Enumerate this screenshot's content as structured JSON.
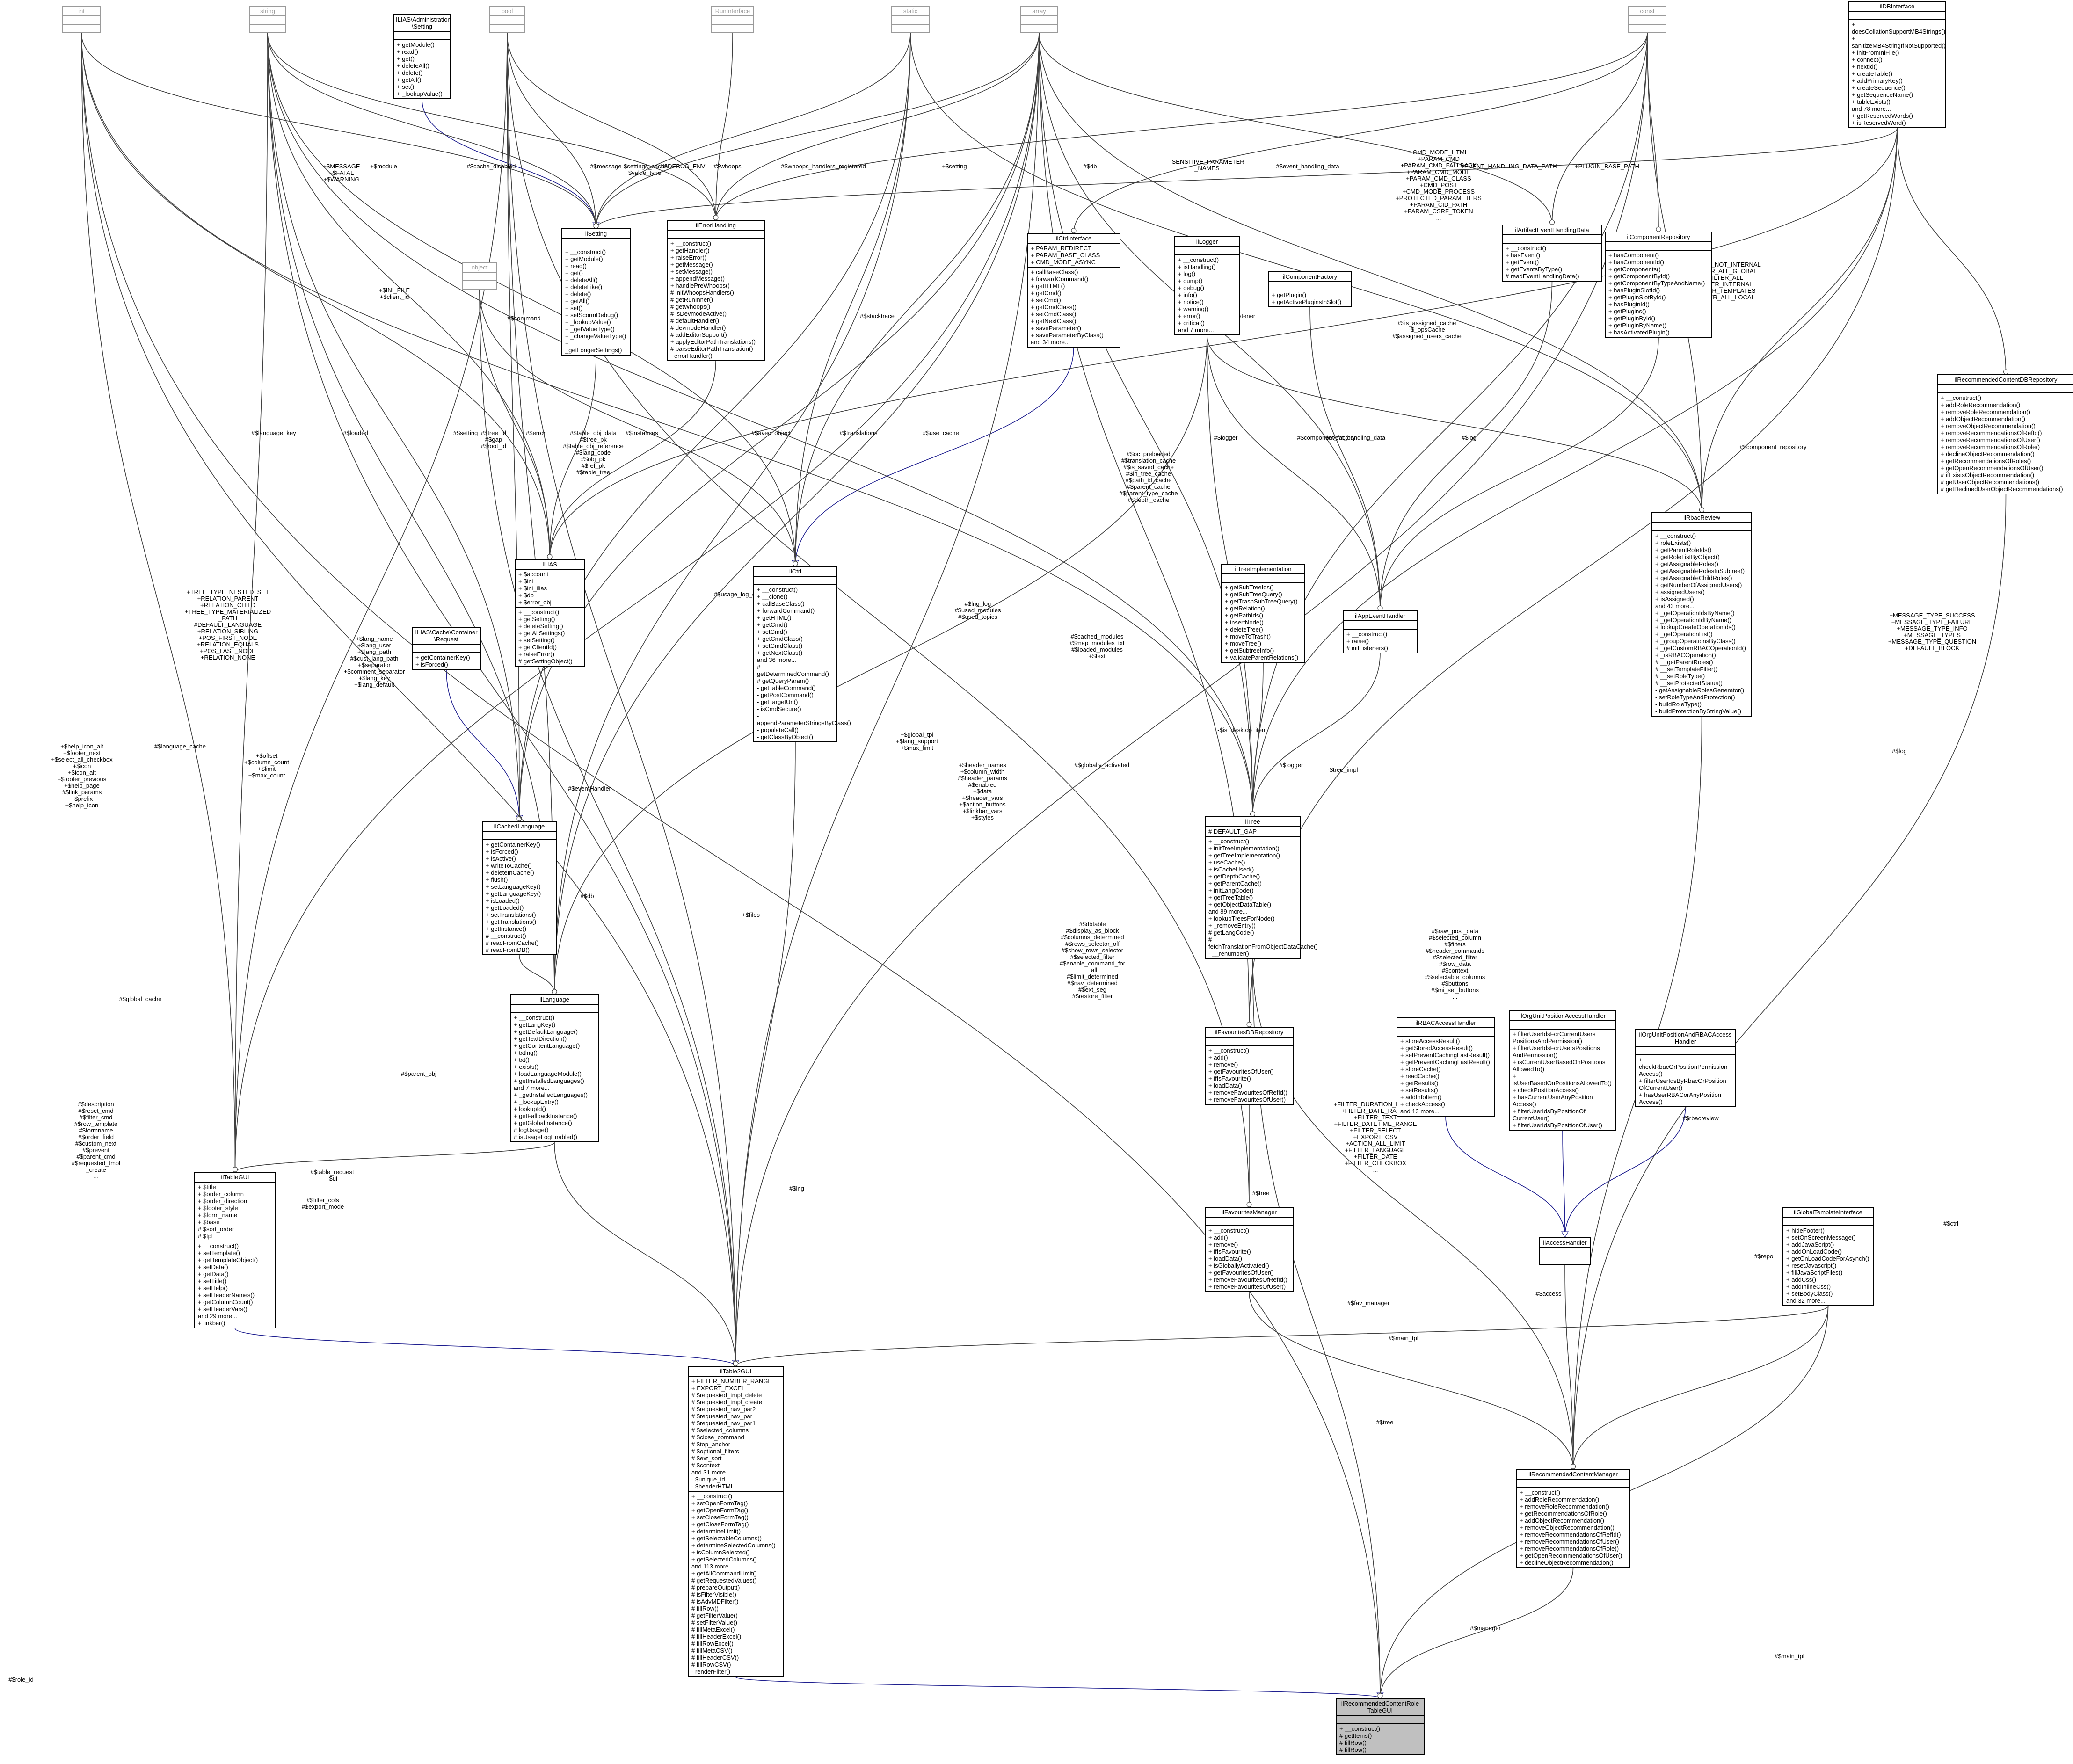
{
  "title": "ilRecommendedContentRoleTableGUI collaboration diagram",
  "nodes": [
    {
      "id": "int",
      "title": "int",
      "attrs": "",
      "ops": "",
      "gray": true
    },
    {
      "id": "string",
      "title": "string",
      "attrs": "",
      "ops": "",
      "gray": true
    },
    {
      "id": "ilIASSetting",
      "title": "ILIAS\\Administration\n\\Setting",
      "attrs": "",
      "ops": "+ getModule()\n+ read()\n+ get()\n+ deleteAll()\n+ delete()\n+ getAll()\n+ set()\n+ _lookupValue()"
    },
    {
      "id": "bool",
      "title": "bool",
      "attrs": "",
      "ops": "",
      "gray": true
    },
    {
      "id": "RunInterface",
      "title": "RunInterface",
      "attrs": "",
      "ops": "",
      "gray": true
    },
    {
      "id": "static",
      "title": "static",
      "attrs": "",
      "ops": "",
      "gray": true
    },
    {
      "id": "array",
      "title": "array",
      "attrs": "",
      "ops": "",
      "gray": true
    },
    {
      "id": "const",
      "title": "const",
      "attrs": "",
      "ops": "",
      "gray": true
    },
    {
      "id": "ilDBInterface",
      "title": "ilDBInterface",
      "attrs": "",
      "ops": "+ doesCollationSupportMB4Strings()\n+ sanitizeMB4StringIfNotSupported()\n+ initFromIniFile()\n+ connect()\n+ nextId()\n+ createTable()\n+ addPrimaryKey()\n+ createSequence()\n+ getSequenceName()\n+ tableExists()\nand 78 more...\n+ getReservedWords()\n+ isReservedWord()"
    },
    {
      "id": "object",
      "title": "object",
      "attrs": "",
      "ops": "",
      "gray": true
    },
    {
      "id": "ilSetting",
      "title": "ilSetting",
      "attrs": "",
      "ops": "+ __construct()\n+ getModule()\n+ read()\n+ get()\n+ deleteAll()\n+ deleteLike()\n+ delete()\n+ getAll()\n+ set()\n+ setScormDebug()\n+ _lookupValue()\n+ _getValueType()\n+ _changeValueType()\n+ _getLongerSettings()"
    },
    {
      "id": "ilErrorHandling",
      "title": "ilErrorHandling",
      "attrs": "",
      "ops": "+ __construct()\n+ getHandler()\n+ raiseError()\n+ getMessage()\n+ setMessage()\n+ appendMessage()\n+ handlePreWhoops()\n# initWhoopsHandlers()\n# getRunInner()\n# getWhoops()\n# isDevmodeActive()\n# defaultHandler()\n# devmodeHandler()\n# addEditorSupport()\n+ applyEditorPathTranslations()\n# parseEditorPathTranslation()\n- errorHandler()"
    },
    {
      "id": "ilCtrlInterface",
      "title": "ilCtrlInterface",
      "attrs": "+ PARAM_REDIRECT\n+ PARAM_BASE_CLASS\n+ CMD_MODE_ASYNC",
      "ops": "+ callBaseClass()\n+ forwardCommand()\n+ getHTML()\n+ getCmd()\n+ setCmd()\n+ getCmdClass()\n+ setCmdClass()\n+ getNextClass()\n+ saveParameter()\n+ saveParameterByClass()\nand 34 more..."
    },
    {
      "id": "ilLogger",
      "title": "ilLogger",
      "attrs": "",
      "ops": "+ __construct()\n+ isHandling()\n+ log()\n+ dump()\n+ debug()\n+ info()\n+ notice()\n+ warning()\n+ error()\n+ critical()\nand 7 more..."
    },
    {
      "id": "ilComponentFactory",
      "title": "ilComponentFactory",
      "attrs": "",
      "ops": "+ getPlugin()\n+ getActivePluginsInSlot()"
    },
    {
      "id": "ilArtifactEventHandlingData",
      "title": "ilArtifactEventHandlingData",
      "attrs": "",
      "ops": "+ __construct()\n+ hasEvent()\n+ getEvent()\n+ getEventsByType()\n# readEventHandlingData()"
    },
    {
      "id": "ilComponentRepository",
      "title": "ilComponentRepository",
      "attrs": "",
      "ops": "+ hasComponent()\n+ hasComponentId()\n+ getComponents()\n+ getComponentById()\n+ getComponentByTypeAndName()\n+ hasPluginSlotId()\n+ getPluginSlotById()\n+ hasPluginId()\n+ getPlugins()\n+ getPluginById()\n+ getPluginByName()\n+ hasActivatedPlugin()"
    },
    {
      "id": "ilRecommendedContentDBRepository",
      "title": "ilRecommendedContentDBRepository",
      "attrs": "",
      "ops": "+ __construct()\n+ addRoleRecommendation()\n+ removeRoleRecommendation()\n+ addObjectRecommendation()\n+ removeObjectRecommendation()\n+ removeRecommendationsOfRefId()\n+ removeRecommendationsOfUser()\n+ removeRecommendationsOfRole()\n+ declineObjectRecommendation()\n+ getRecommendationsOfRoles()\n+ getOpenRecommendationsOfUser()\n# ifExistsObjectRecommendation()\n# getUserObjectRecommendations()\n# getDeclinedUserObjectRecommendations()"
    },
    {
      "id": "ILIAS",
      "title": "ILIAS",
      "attrs": "+ $account\n+ $ini\n+ $ini_ilias\n+ $db\n+ $error_obj",
      "ops": "+ __construct()\n+ getSetting()\n+ deleteSetting()\n+ getAllSettings()\n+ setSetting()\n+ getClientId()\n+ raiseError()\n# getSettingObject()"
    },
    {
      "id": "ilCtrl",
      "title": "ilCtrl",
      "attrs": "",
      "ops": "+ __construct()\n+ __clone()\n+ callBaseClass()\n+ forwardCommand()\n+ getHTML()\n+ getCmd()\n+ setCmd()\n+ getCmdClass()\n+ setCmdClass()\n+ getNextClass()\nand 36 more...\n# getDeterminedCommand()\n# getQueryParam()\n- getTableCommand()\n- getPostCommand()\n- getTargetUrl()\n- isCmdSecure()\n- appendParameterStringsByClass()\n- populateCall()\n- getClassByObject()"
    },
    {
      "id": "ilTreeImplementation",
      "title": "ilTreeImplementation",
      "attrs": "",
      "ops": "+ getSubTreeIds()\n+ getSubTreeQuery()\n+ getTrashSubTreeQuery()\n+ getRelation()\n+ getPathIds()\n+ insertNode()\n+ deleteTree()\n+ moveToTrash()\n+ moveTree()\n+ getSubtreeInfo()\n+ validateParentRelations()"
    },
    {
      "id": "ilAppEventHandler",
      "title": "ilAppEventHandler",
      "attrs": "",
      "ops": "+ __construct()\n+ raise()\n# initListeners()"
    },
    {
      "id": "ilRbacReview",
      "title": "ilRbacReview",
      "attrs": "",
      "ops": "+ __construct()\n+ roleExists()\n+ getParentRoleIds()\n+ getRoleListByObject()\n+ getAssignableRoles()\n+ getAssignableRolesInSubtree()\n+ getAssignableChildRoles()\n+ getNumberOfAssignedUsers()\n+ assignedUsers()\n+ isAssigned()\nand 43 more...\n+ _getOperationIdsByName()\n+ _getOperationIdByName()\n+ lookupCreateOperationIds()\n+ _getOperationList()\n+ _groupOperationsByClass()\n+ _getCustomRBACOperationId()\n+ _isRBACOperation()\n# __getParentRoles()\n# __setTemplateFilter()\n# __setRoleType()\n# __setProtectedStatus()\n- getAssignableRolesGenerator()\n- setRoleTypeAndProtection()\n- buildRoleType()\n- buildProtectionByStringValue()"
    },
    {
      "id": "ilIASCacheContainerRequest",
      "title": "ILIAS\\Cache\\Container\n\\Request",
      "attrs": "",
      "ops": "+ getContainerKey()\n+ isForced()"
    },
    {
      "id": "ilCachedLanguage",
      "title": "ilCachedLanguage",
      "attrs": "",
      "ops": "+ getContainerKey()\n+ isForced()\n+ isActive()\n+ writeToCache()\n+ deleteInCache()\n+ flush()\n+ setLanguageKey()\n+ getLanguageKey()\n+ isLoaded()\n+ getLoaded()\n+ setTranslations()\n+ getTranslations()\n+ getInstance()\n# __construct()\n# readFromCache()\n# readFromDB()"
    },
    {
      "id": "ilTree",
      "title": "ilTree",
      "attrs": "# DEFAULT_GAP",
      "ops": "+ __construct()\n+ initTreeImplementation()\n+ getTreeImplementation()\n+ useCache()\n+ isCacheUsed()\n+ getDepthCache()\n+ getParentCache()\n+ initLangCode()\n+ getTreeTable()\n+ getObjectDataTable()\nand 89 more...\n+ lookupTreesForNode()\n+ _removeEntry()\n# getLangCode()\n# fetchTranslationFromObjectDataCache()\n- __renumber()"
    },
    {
      "id": "ilLanguage",
      "title": "ilLanguage",
      "attrs": "",
      "ops": "+ __construct()\n+ getLangKey()\n+ getDefaultLanguage()\n+ getTextDirection()\n+ getContentLanguage()\n+ txtlng()\n+ txt()\n+ exists()\n+ loadLanguageModule()\n+ getInstalledLanguages()\nand 7 more...\n+ _getInstalledLanguages()\n+ _lookupEntry()\n+ lookupId()\n+ getFallbackInstance()\n+ getGlobalInstance()\n# logUsage()\n# isUsageLogEnabled()"
    },
    {
      "id": "ilFavouritesDBRepository",
      "title": "ilFavouritesDBRepository",
      "attrs": "",
      "ops": "+ __construct()\n+ add()\n+ remove()\n+ getFavouritesOfUser()\n+ ifIsFavourite()\n+ loadData()\n+ removeFavouritesOfRefId()\n+ removeFavouritesOfUser()"
    },
    {
      "id": "ilRBACAccessHandler",
      "title": "ilRBACAccessHandler",
      "attrs": "",
      "ops": "+ storeAccessResult()\n+ getStoredAccessResult()\n+ setPreventCachingLastResult()\n+ getPreventCachingLastResult()\n+ storeCache()\n+ readCache()\n+ getResults()\n+ setResults()\n+ addInfoItem()\n+ checkAccess()\nand 13 more..."
    },
    {
      "id": "ilOrgUnitPositionAccessHandler",
      "title": "ilOrgUnitPositionAccessHandler",
      "attrs": "",
      "ops": "+ filterUserIdsForCurrentUsers\nPositionsAndPermission()\n+ filterUserIdsForUsersPositions\nAndPermission()\n+ isCurrentUserBasedOnPositions\nAllowedTo()\n+ isUserBasedOnPositionsAllowedTo()\n+ checkPositionAccess()\n+ hasCurrentUserAnyPosition\nAccess()\n+ filterUserIdsByPositionOf\nCurrentUser()\n+ filterUserIdsByPositionOfUser()"
    },
    {
      "id": "ilOrgUnitPositionAndRBACAccessHandler",
      "title": "ilOrgUnitPositionAndRBACAccess\nHandler",
      "attrs": "",
      "ops": "+ checkRbacOrPositionPermission\nAccess()\n+ filterUserIdsByRbacOrPosition\nOfCurrentUser()\n+ hasUserRBACorAnyPosition\nAccess()"
    },
    {
      "id": "ilTableGUI",
      "title": "ilTableGUI",
      "attrs": "+ $title\n+ $order_column\n+ $order_direction\n+ $footer_style\n+ $form_name\n+ $base\n# $sort_order\n# $tpl",
      "ops": "+ __construct()\n+ setTemplate()\n+ getTemplateObject()\n+ setData()\n+ getData()\n+ setTitle()\n+ setHelp()\n+ setHeaderNames()\n+ getColumnCount()\n+ setHeaderVars()\nand 29 more...\n+ linkbar()"
    },
    {
      "id": "ilFavouritesManager",
      "title": "ilFavouritesManager",
      "attrs": "",
      "ops": "+ __construct()\n+ add()\n+ remove()\n+ ifIsFavourite()\n+ loadData()\n+ isGloballyActivated()\n+ getFavouritesOfUser()\n+ removeFavouritesOfRefId()\n+ removeFavouritesOfUser()"
    },
    {
      "id": "ilAccessHandler",
      "title": "ilAccessHandler",
      "attrs": "",
      "ops": ""
    },
    {
      "id": "ilGlobalTemplateInterface",
      "title": "ilGlobalTemplateInterface",
      "attrs": "",
      "ops": "+ hideFooter()\n+ setOnScreenMessage()\n+ addJavaScript()\n+ addOnLoadCode()\n+ getOnLoadCodeForAsynch()\n+ resetJavascript()\n+ fillJavaScriptFiles()\n+ addCss()\n+ addInlineCss()\n+ setBodyClass()\nand 32 more..."
    },
    {
      "id": "ilTable2GUI",
      "title": "ilTable2GUI",
      "attrs": "+ FILTER_NUMBER_RANGE\n+ EXPORT_EXCEL\n# $requested_tmpl_delete\n# $requested_tmpl_create\n# $requested_nav_par2\n# $requested_nav_par\n# $requested_nav_par1\n# $selected_columns\n# $close_command\n# $top_anchor\n# $optional_filters\n# $ext_sort\n# $context\nand 31 more...\n- $unique_id\n- $headerHTML",
      "ops": "+ __construct()\n+ setOpenFormTag()\n+ getOpenFormTag()\n+ setCloseFormTag()\n+ getCloseFormTag()\n+ determineLimit()\n+ getSelectableColumns()\n+ determineSelectedColumns()\n+ isColumnSelected()\n+ getSelectedColumns()\nand 113 more...\n+ getAllCommandLimit()\n# getRequestedValues()\n# prepareOutput()\n# isFilterVisible()\n# isAdvMDFilter()\n# fillRow()\n# getFilterValue()\n# setFilterValue()\n# fillMetaExcel()\n# fillHeaderExcel()\n# fillRowExcel()\n# fillMetaCSV()\n# fillHeaderCSV()\n# fillRowCSV()\n- renderFilter()"
    },
    {
      "id": "ilRecommendedContentManager",
      "title": "ilRecommendedContentManager",
      "attrs": "",
      "ops": "+ __construct()\n+ addRoleRecommendation()\n+ removeRoleRecommendation()\n+ getRecommendationsOfRole()\n+ addObjectRecommendation()\n+ removeObjectRecommendation()\n+ removeRecommendationsOfRefId()\n+ removeRecommendationsOfUser()\n+ removeRecommendationsOfRole()\n+ getOpenRecommendationsOfUser()\n+ declineObjectRecommendation()"
    },
    {
      "id": "ilRecommendedContentRoleTableGUI",
      "title": "ilRecommendedContentRole\nTableGUI",
      "attrs": "",
      "ops": "+ __construct()\n# getItems()\n# fillRow()\n# fillRow()",
      "focus": true
    }
  ],
  "edge_labels": [
    "+$MESSAGE\n+$FATAL\n+$WARNING",
    "+$module",
    "#$cache_disabled",
    "#$message",
    "-$settings_cache\n$value_type",
    "#$DEBUG_ENV",
    "#$whoops",
    "#$whoops_handlers_registered",
    "+$setting",
    "#$db",
    "+CMD_MODE_HTML\n+PARAM_CMD\n+PARAM_CMD_FALLBACK\n+PARAM_CMD_MODE\n+PARAM_CMD_CLASS\n+CMD_POST\n+CMD_MODE_PROCESS\n+PROTECTED_PARAMETERS\n+PARAM_CID_PATH\n+PARAM_CSRF_TOKEN\n...",
    "-SENSITIVE_PARAMETER\n_NAMES",
    "#$event_handling_data",
    "+EVENT_HANDLING_DATA_PATH",
    "+PLUGIN_BASE_PATH",
    "+$INI_FILE\n+$client_id",
    "#$command",
    "#$stacktrace",
    "#$is_assigned_cache\n-$_opsCache\n#$assigned_users_cache",
    "#$listener",
    "+FILTER_NOT_INTERNAL\n+FILTER_ALL_GLOBAL\n+FILTER_ALL\n+FILTER_INTERNAL\n+FILTER_TEMPLATES\n+FILTER_ALL_LOCAL",
    "#$language_key",
    "#$loaded",
    "#$setting",
    "#$tree_id\n#$gap\n#$root_id",
    "#$error",
    "#$instances",
    "#$table_obj_data\n#$tree_pk\n#$table_obj_reference\n#$lang_code\n#$obj_pk\n#$ref_pk\n#$table_tree",
    "#$avec_object",
    "#$translations",
    "#$use_cache",
    "#$oc_preloaded\n#$translation_cache\n#$is_saved_cache\n#$in_tree_cache\n#$path_id_cache\n#$parent_cache\n#$parent_type_cache\n#$depth_cache",
    "#$logger",
    "#$component_factory",
    "-$event_handling_data",
    "#$log",
    "#$component_repository",
    "+TREE_TYPE_NESTED_SET\n+RELATION_PARENT\n+RELATION_CHILD\n+TREE_TYPE_MATERIALIZED\n_PATH\n#DEFAULT_LANGUAGE\n+RELATION_SIBLING\n+POS_FIRST_NODE\n+RELATION_EQUALS\n+POS_LAST_NODE\n+RELATION_NONE",
    "+$lang_name\n+$lang_user\n+$lang_path\n#$cust_lang_path\n+$separator\n+$comment_separator\n+$lang_key\n+$lang_default",
    "#$usage_log_enabled",
    "#$lng_log\n#$used_modules\n#$used_topics",
    "#$cached_modules\n#$map_modules_txt\n#$loaded_modules\n+$text",
    "-$is_desktop_item",
    "#$logger",
    "-$tree_impl",
    "#$eventHandler",
    "#$language_cache",
    "+$help_icon_alt\n+$footer_next\n+$select_all_checkbox\n+$icon\n+$icon_alt\n+$footer_previous\n+$help_page\n#$link_params\n+$prefix\n+$help_icon",
    "+$offset\n+$column_count\n+$limit\n+$max_count",
    "+$global_tpl\n+$lang_support\n+$max_limit",
    "+$header_names\n+$column_width\n#$header_params\n#$enabled\n+$data\n+$header_vars\n+$action_buttons\n+$linkbar_vars\n+$styles",
    "#$globally_activated",
    "#$log",
    "+MESSAGE_TYPE_SUCCESS\n+MESSAGE_TYPE_FAILURE\n+MESSAGE_TYPE_INFO\n+MESSAGE_TYPES\n+MESSAGE_TYPE_QUESTION\n+DEFAULT_BLOCK",
    "#$db",
    "+$files",
    "#$dbtable\n#$display_as_block\n#$columns_determined\n#$rows_selector_off\n#$show_rows_selector\n#$selected_filter\n#$enable_command_for\n_all\n#$limit_determined\n#$nav_determined\n#$ext_seg\n#$restore_filter",
    "#$raw_post_data\n#$selected_column\n#$filters\n#$header_commands\n#$selected_filter\n#$row_data\n#$context\n#$selectable_columns\n#$buttons\n#$mi_sel_buttons\n...",
    "+FILTER_DURATION_RANGE\n+FILTER_DATE_RANGE\n+FILTER_TEXT\n+FILTER_DATETIME_RANGE\n+FILTER_SELECT\n+EXPORT_CSV\n+ACTION_ALL_LIMIT\n+FILTER_LANGUAGE\n+FILTER_DATE\n+FILTER_CHECKBOX\n...",
    "#$tree",
    "#$repo",
    "#$global_cache",
    "#$description\n#$reset_cmd\n#$filter_cmd\n#$row_template\n#$formname\n#$order_field\n#$custom_next\n#$prevent\n#$parent_cmd\n#$requested_tmpl\n_create\n...",
    "#$filter_cols\n#$export_mode",
    "#$parent_obj",
    "#$table_request\n-$ui",
    "#$lng",
    "#$ctrl",
    "#$repo",
    "#$access",
    "#$rbacreview",
    "#$fav_manager",
    "#$main_tpl",
    "#$tree",
    "#$manager",
    "#$role_id",
    "#$main_tpl"
  ]
}
